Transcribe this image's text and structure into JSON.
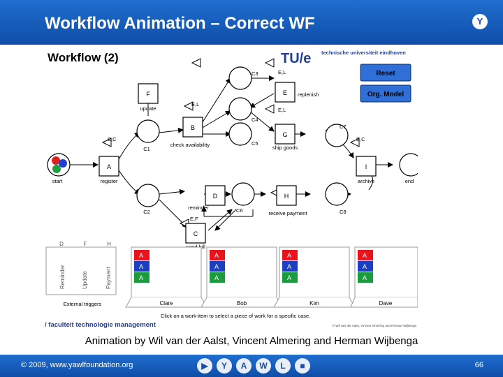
{
  "slide": {
    "title": "Workflow Animation – Correct WF",
    "caption": "Animation by Wil van der Aalst, Vincent Almering and Herman Wijbenga",
    "footer": "© 2009, www.yawlfoundation.org",
    "page": "66"
  },
  "logos": {
    "yawl_corner": "Y",
    "nav": [
      "▶",
      "Y",
      "A",
      "W",
      "L",
      "■"
    ]
  },
  "diagram": {
    "heading": "Workflow (2)",
    "tue_logo": "TU/e",
    "tue_name": "technische universiteit eindhoven",
    "faculty": "/ faculteit technologie management",
    "credit": "© Wil van der Aalst, Vincent Almering and Herman Wijbenga",
    "reset_button": "Reset",
    "org_model_button": "Org. Model",
    "tasks": {
      "A": "A",
      "B": "B",
      "C": "C",
      "D": "D",
      "E": "E",
      "F": "F",
      "G": "G",
      "H": "H",
      "I": "I"
    },
    "labels": {
      "start": "start",
      "end": "end",
      "register": "register",
      "update": "update",
      "check_availability": "check availability",
      "ship_goods": "ship goods",
      "replenish": "replenish",
      "reminder": "reminder",
      "receive_payment": "receive payment",
      "send_bill": "send bill",
      "archive": "archive",
      "c1": "C1",
      "c2": "C2",
      "c3": "C3",
      "c4": "C4",
      "c5": "C5",
      "c6": "C6",
      "c7": "C7",
      "c8": "C8",
      "ec1": "E,C",
      "ec2": "E,C",
      "el_top": "E,L",
      "el_mid": "E,L",
      "el_e": "E,L",
      "ef": "E,F"
    },
    "triggers": {
      "letters": [
        "D",
        "F",
        "H"
      ],
      "names": [
        "Reminder",
        "Update",
        "Payment"
      ],
      "caption": "External triggers"
    },
    "workers": [
      {
        "name": "Clare",
        "items": [
          "A",
          "A",
          "A"
        ]
      },
      {
        "name": "Bob",
        "items": [
          "A",
          "A",
          "A"
        ]
      },
      {
        "name": "Kim",
        "items": [
          "A",
          "A",
          "A"
        ]
      },
      {
        "name": "Dave",
        "items": [
          "A",
          "A",
          "A"
        ]
      }
    ],
    "instruction": "Click on a work-item to select a piece of work for a specific case.",
    "colors": {
      "item_red": "#e8141b",
      "item_blue": "#1c3fbf",
      "item_green": "#1b9a3e",
      "button_blue": "#2f6fd6",
      "token_red": "#e02020",
      "token_green": "#20a040",
      "token_blue": "#2040d0"
    }
  }
}
